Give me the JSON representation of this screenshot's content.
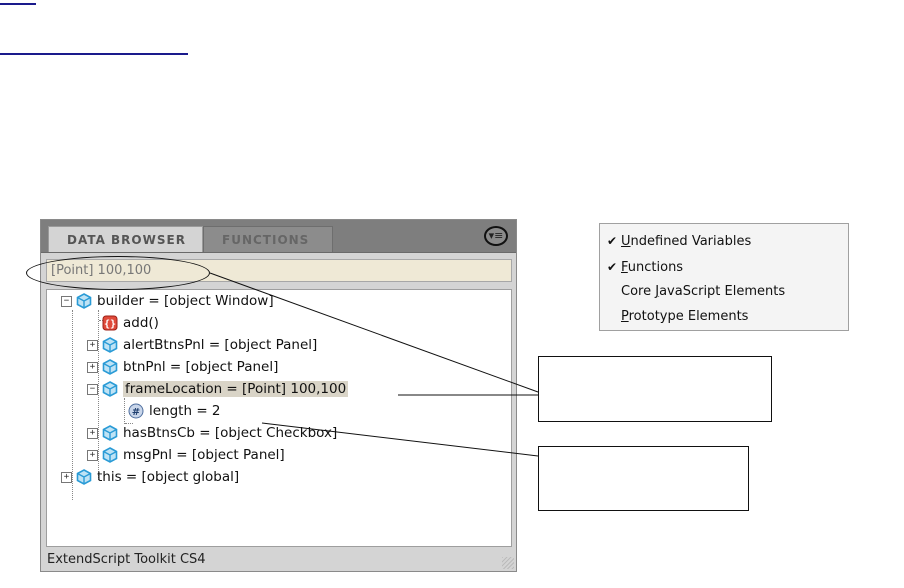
{
  "panel": {
    "tabs": [
      {
        "label": "DATA BROWSER",
        "active": true
      },
      {
        "label": "FUNCTIONS",
        "active": false
      }
    ],
    "menu_icon": "flyout-menu-icon",
    "expression_value": "[Point] 100,100",
    "status": "ExtendScript Toolkit CS4"
  },
  "tree": [
    {
      "label": "builder = [object Window]",
      "icon": "object-cube-icon",
      "expander": "minus"
    },
    {
      "label": "add()",
      "icon": "function-braces-icon",
      "expander": "none"
    },
    {
      "label": "alertBtnsPnl = [object Panel]",
      "icon": "object-cube-icon",
      "expander": "plus"
    },
    {
      "label": "btnPnl = [object Panel]",
      "icon": "object-cube-icon",
      "expander": "plus"
    },
    {
      "label": "frameLocation = [Point] 100,100",
      "icon": "object-cube-icon",
      "expander": "minus",
      "highlighted": true
    },
    {
      "label": "length = 2",
      "icon": "number-hash-icon",
      "expander": "none"
    },
    {
      "label": "hasBtnsCb = [object Checkbox]",
      "icon": "object-cube-icon",
      "expander": "plus"
    },
    {
      "label": "msgPnl = [object Panel]",
      "icon": "object-cube-icon",
      "expander": "plus"
    },
    {
      "label": "this = [object global]",
      "icon": "object-cube-icon",
      "expander": "plus"
    }
  ],
  "menu": {
    "items": [
      {
        "pre": "",
        "u": "U",
        "post": "ndefined Variables",
        "checked": true
      },
      {
        "pre": "",
        "u": "F",
        "post": "unctions",
        "checked": true
      },
      {
        "pre": "Core ",
        "u": "J",
        "post": "avaScript Elements",
        "checked": false
      },
      {
        "pre": "",
        "u": "P",
        "post": "rototype Elements",
        "checked": false
      }
    ]
  },
  "colors": {
    "tab_bar": "#7e7e7e",
    "panel_bg": "#d4d4d4",
    "expression_bg": "#efe9d6",
    "object_icon": "#2a9bd6",
    "function_icon": "#d0342c",
    "highlight": "#d9d4c7"
  }
}
